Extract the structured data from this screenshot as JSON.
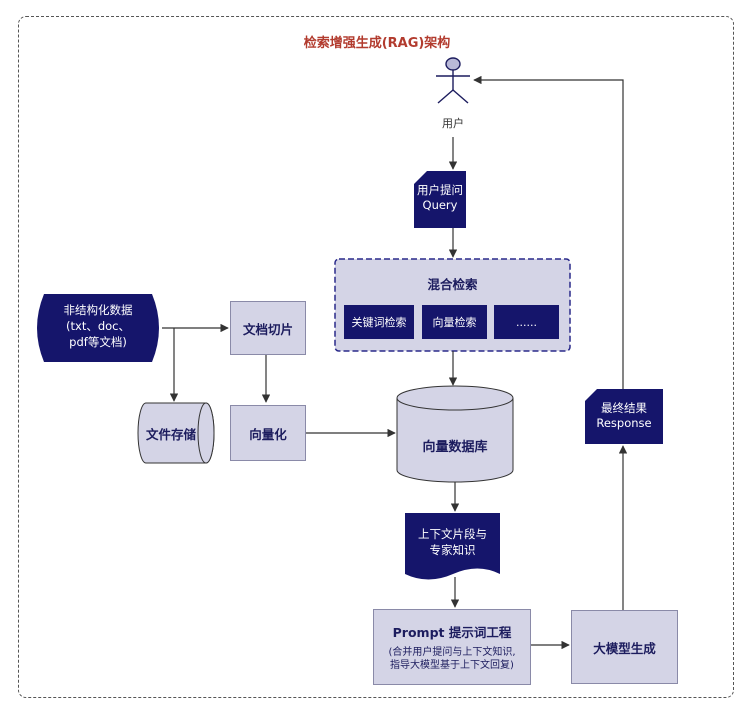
{
  "title": "检索增强生成(RAG)架构",
  "user": {
    "label": "用户"
  },
  "query": {
    "line1": "用户提问",
    "line2": "Query"
  },
  "hybrid": {
    "title": "混合检索",
    "items": [
      "关键词检索",
      "向量检索",
      "......"
    ]
  },
  "source": {
    "line1": "非结构化数据",
    "line2": "(txt、doc、",
    "line3": "pdf等文档)"
  },
  "chunk": {
    "label": "文档切片"
  },
  "storage": {
    "label": "文件存储"
  },
  "vectorize": {
    "label": "向量化"
  },
  "vectordb": {
    "label": "向量数据库"
  },
  "context": {
    "line1": "上下文片段与",
    "line2": "专家知识"
  },
  "prompt": {
    "title": "Prompt 提示词工程",
    "line1": "(合并用户提问与上下文知识,",
    "line2": "指导大模型基于上下文回复)"
  },
  "llm": {
    "label": "大模型生成"
  },
  "result": {
    "line1": "最终结果",
    "line2": "Response"
  },
  "colors": {
    "title": "#b23b2e",
    "navy": "#15156b",
    "box_fill": "#d4d4e6",
    "box_text": "#1c1c5e"
  }
}
